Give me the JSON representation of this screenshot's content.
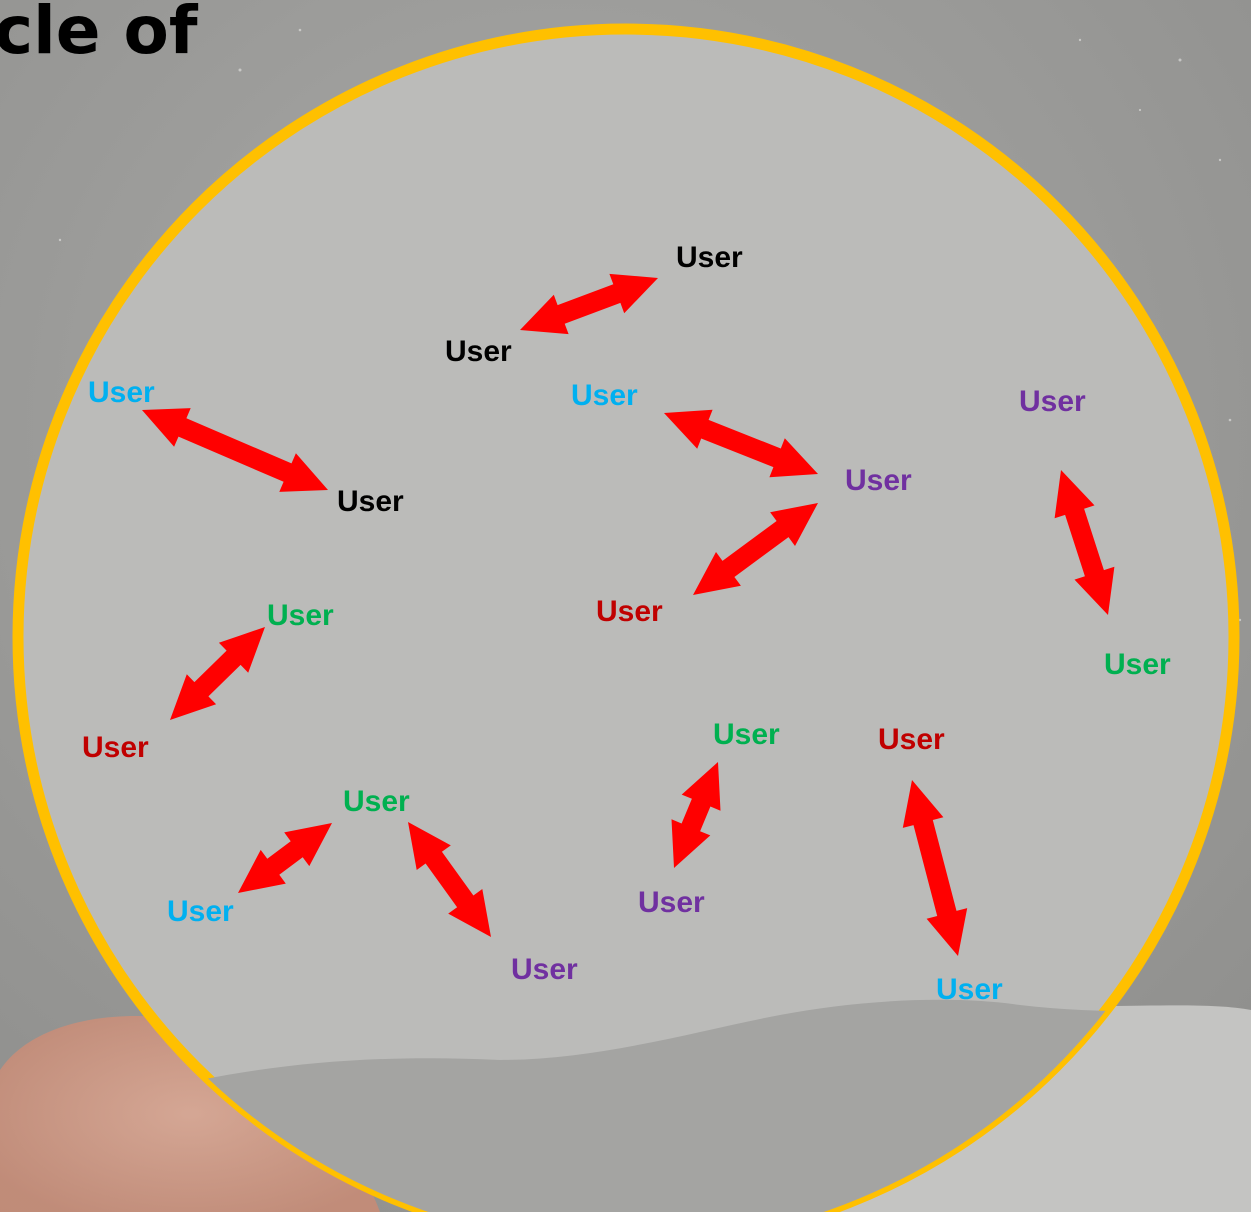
{
  "slide": {
    "title": "cle of"
  },
  "colors": {
    "circle_fill": "#b9b9b7",
    "circle_border": "#ffc000",
    "arrow": "#ff0000",
    "black": "#000000",
    "blue": "#00b0f0",
    "purple": "#7030a0",
    "red": "#c00000",
    "green": "#00b050"
  },
  "nodes": [
    {
      "label": "User",
      "color": "black"
    },
    {
      "label": "User",
      "color": "black"
    },
    {
      "label": "User",
      "color": "blue"
    },
    {
      "label": "User",
      "color": "black"
    },
    {
      "label": "User",
      "color": "blue"
    },
    {
      "label": "User",
      "color": "purple"
    },
    {
      "label": "User",
      "color": "purple"
    },
    {
      "label": "User",
      "color": "red"
    },
    {
      "label": "User",
      "color": "green"
    },
    {
      "label": "User",
      "color": "green"
    },
    {
      "label": "User",
      "color": "red"
    },
    {
      "label": "User",
      "color": "green"
    },
    {
      "label": "User",
      "color": "red"
    },
    {
      "label": "User",
      "color": "green"
    },
    {
      "label": "User",
      "color": "blue"
    },
    {
      "label": "User",
      "color": "purple"
    },
    {
      "label": "User",
      "color": "purple"
    },
    {
      "label": "User",
      "color": "blue"
    }
  ],
  "connections": [
    [
      0,
      1
    ],
    [
      2,
      3
    ],
    [
      4,
      5
    ],
    [
      5,
      7
    ],
    [
      6,
      9
    ],
    [
      8,
      10
    ],
    [
      13,
      14
    ],
    [
      13,
      15
    ],
    [
      11,
      16
    ],
    [
      12,
      17
    ]
  ]
}
